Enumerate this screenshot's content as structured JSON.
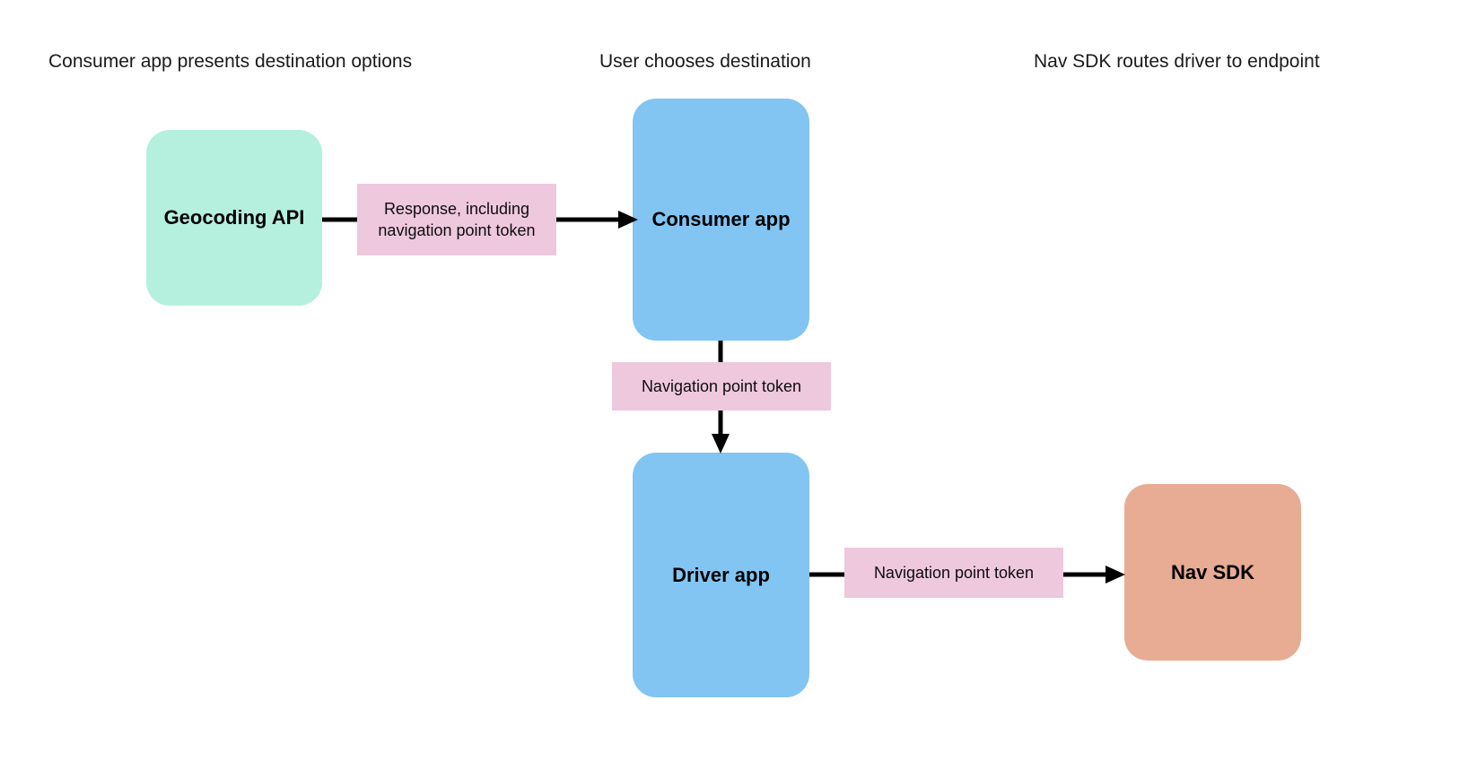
{
  "diagram": {
    "type": "flowchart",
    "background": "#ffffff",
    "columns": [
      {
        "id": "col-consumer",
        "label": "Consumer app presents destination options"
      },
      {
        "id": "col-user",
        "label": "User chooses destination"
      },
      {
        "id": "col-navsdk",
        "label": "Nav SDK routes driver to endpoint"
      }
    ],
    "nodes": [
      {
        "id": "geocoding-api",
        "label": "Geocoding API",
        "color": "#b5efdd"
      },
      {
        "id": "consumer-app",
        "label": "Consumer app",
        "color": "#82c5f2"
      },
      {
        "id": "driver-app",
        "label": "Driver app",
        "color": "#82c5f2"
      },
      {
        "id": "nav-sdk",
        "label": "Nav SDK",
        "color": "#e8ab93"
      }
    ],
    "edges": [
      {
        "id": "edge-geocoding-consumer",
        "from": "geocoding-api",
        "to": "consumer-app",
        "label": "Response, including navigation point token",
        "label_color": "#eec9dd",
        "direction": "right"
      },
      {
        "id": "edge-consumer-driver",
        "from": "consumer-app",
        "to": "driver-app",
        "label": "Navigation point token",
        "label_color": "#eec9dd",
        "direction": "down"
      },
      {
        "id": "edge-driver-navsdk",
        "from": "driver-app",
        "to": "nav-sdk",
        "label": "Navigation point token",
        "label_color": "#eec9dd",
        "direction": "right"
      }
    ],
    "colors": {
      "mint": "#b5efdd",
      "blue": "#82c5f2",
      "salmon": "#e8ab93",
      "pink": "#eec9dd",
      "arrow": "#000000"
    }
  }
}
